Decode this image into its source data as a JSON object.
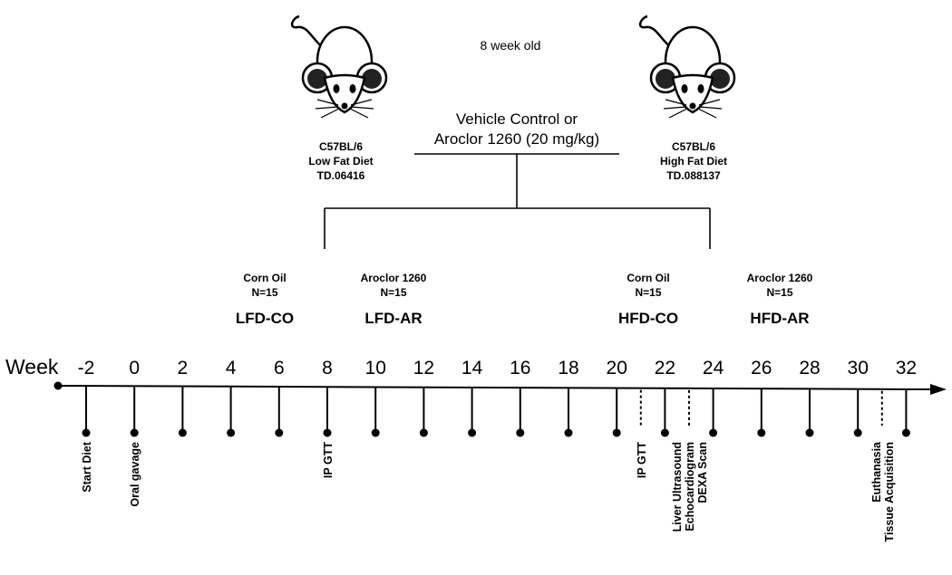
{
  "header": {
    "age_note": "8 week old",
    "treatment_line1": "Vehicle Control or",
    "treatment_line2": "Aroclor 1260 (20 mg/kg)"
  },
  "mice": [
    {
      "strain": "C57BL/6",
      "diet": "Low Fat Diet",
      "code": "TD.06416"
    },
    {
      "strain": "C57BL/6",
      "diet": "High Fat Diet",
      "code": "TD.088137"
    }
  ],
  "groups": [
    {
      "treatment": "Corn Oil",
      "n": "N=15",
      "abbr": "LFD-CO"
    },
    {
      "treatment": "Aroclor 1260",
      "n": "N=15",
      "abbr": "LFD-AR"
    },
    {
      "treatment": "Corn Oil",
      "n": "N=15",
      "abbr": "HFD-CO"
    },
    {
      "treatment": "Aroclor 1260",
      "n": "N=15",
      "abbr": "HFD-AR"
    }
  ],
  "timeline": {
    "axis_label": "Week",
    "weeks": [
      "-2",
      "0",
      "2",
      "4",
      "6",
      "8",
      "10",
      "12",
      "14",
      "16",
      "18",
      "20",
      "22",
      "24",
      "26",
      "28",
      "30",
      "32"
    ],
    "events": [
      {
        "week": -2,
        "lines": [
          "Start Diet"
        ]
      },
      {
        "week": 0,
        "lines": [
          "Oral gavage"
        ]
      },
      {
        "week": 8,
        "lines": [
          "IP GTT"
        ]
      },
      {
        "week": 21,
        "lines": [
          "IP GTT"
        ]
      },
      {
        "week": 23,
        "lines": [
          "Liver Ultrasound",
          "Echocardiogram",
          "DEXA Scan"
        ]
      },
      {
        "week": 31,
        "lines": [
          "Euthanasia",
          "Tissue Acquisition"
        ]
      }
    ],
    "dotted_markers": [
      21,
      23,
      31
    ]
  }
}
